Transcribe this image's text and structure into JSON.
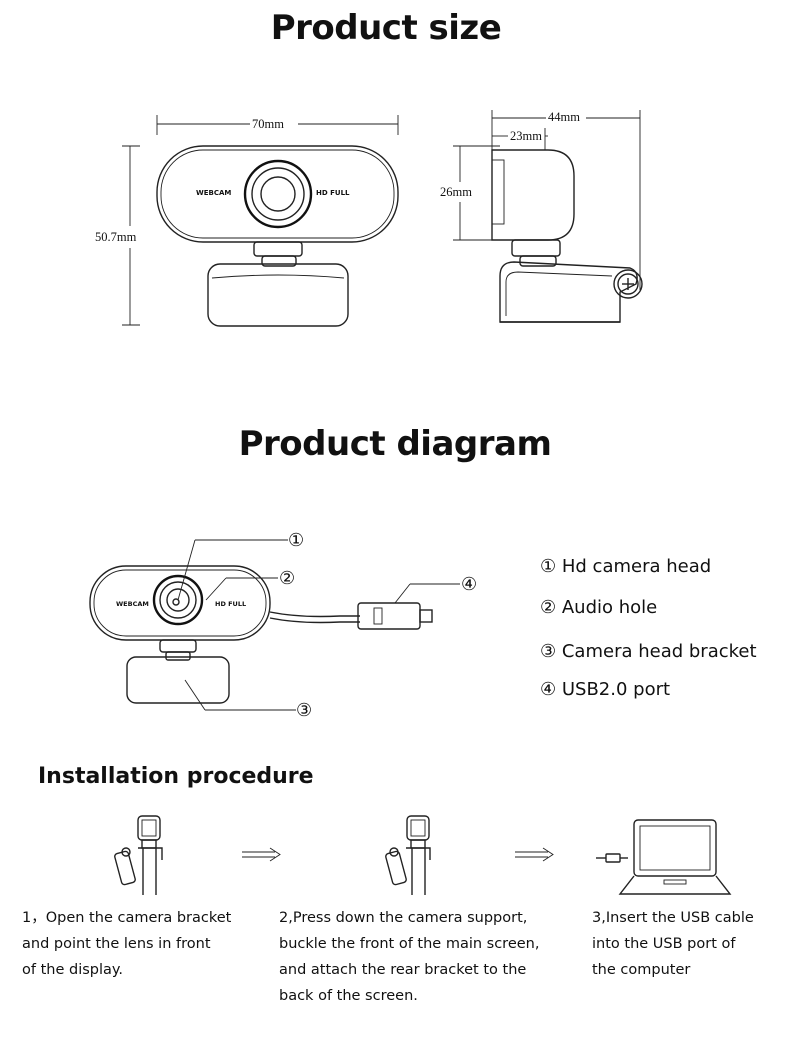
{
  "sections": {
    "size_title": "Product size",
    "diagram_title": "Product diagram",
    "install_title": "Installation procedure"
  },
  "dimensions": {
    "width": "70mm",
    "height": "50.7mm",
    "depth": "44mm",
    "head_depth": "23mm",
    "head_height": "26mm"
  },
  "camera_labels": {
    "brand": "WEBCAM",
    "hd": "HD FULL"
  },
  "callouts": [
    "①",
    "②",
    "③",
    "④"
  ],
  "legend": [
    "① Hd camera head",
    "② Audio hole",
    "③ Camera head bracket",
    "④ USB2.0 port"
  ],
  "steps": [
    {
      "lines": [
        "1，Open the camera bracket",
        "and point the lens in front",
        "of the display."
      ]
    },
    {
      "lines": [
        "2,Press down the camera support,",
        "buckle the front of the main screen,",
        "and attach the rear bracket to the",
        "back of the screen."
      ]
    },
    {
      "lines": [
        "3,Insert the USB cable",
        "into the USB port of",
        "the computer"
      ]
    }
  ]
}
